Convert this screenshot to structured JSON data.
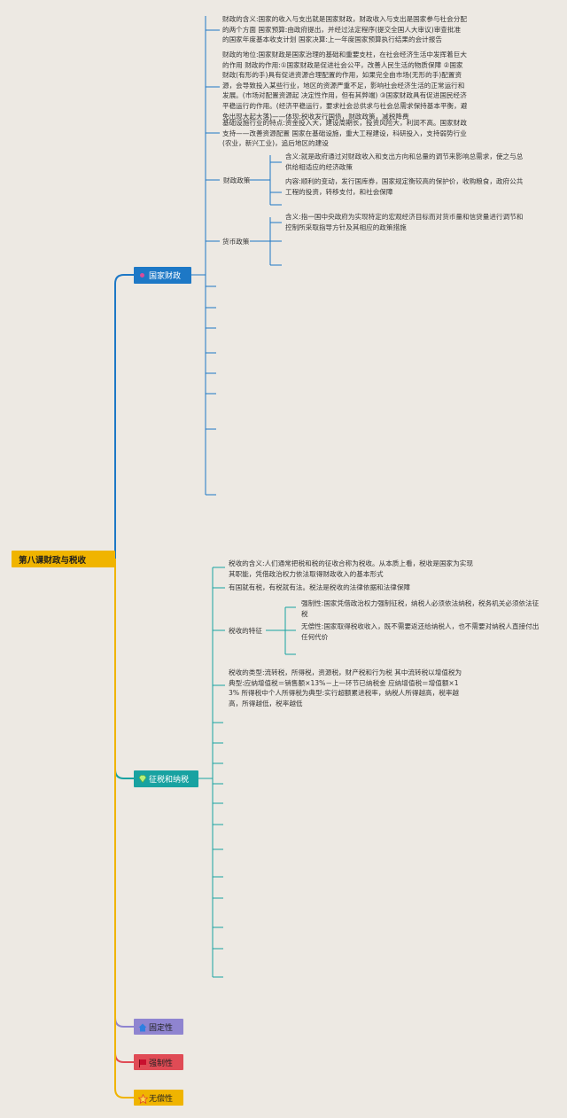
{
  "colors": {
    "root": "#f0b400",
    "finance": "#1d78c6",
    "tax": "#18a2a1",
    "fixed": "#8f84d0",
    "compulsory": "#e04b55",
    "gratuitous": "#f0b400",
    "background": "#ede9e3"
  },
  "root": {
    "label": "第八课财政与税收"
  },
  "branches": [
    {
      "label": "国家财政",
      "icon": "dot-icon"
    },
    {
      "label": "征税和纳税",
      "icon": "gem-icon"
    },
    {
      "label": "固定性",
      "icon": "house-icon"
    },
    {
      "label": "强制性",
      "icon": "flag-icon"
    },
    {
      "label": "无偿性",
      "icon": "star-icon"
    }
  ],
  "finance": {
    "meaning": "财政的含义:国家的收入与支出就是国家财政，财政收入与支出是国家参与社会分配的两个方面 国家预算:由政府提出，并经过法定程序(提交全国人大审议)审查批准的国家年度基本收支计划 国家决算:上一年度国家预算执行结果的会计报告",
    "status": "财政的地位:国家财政是国家治理的基础和重要支柱，在社会经济生活中发挥着巨大的作用 财政的作用:①国家财政是促进社会公平，改善人民生活的物质保障 ②国家财政(有形的手)具有促进资源合理配置的作用，如果完全由市场(无形的手)配置资源，会导致投入某些行业，地区的资源严重不足，影响社会经济生活的正常运行和发展。(市场对配置资源起 决定性作用，但有其弊端) ③国家财政具有促进国民经济平稳运行的作用。(经济平稳运行，要求社会总供求与社会总需求保持基本平衡，避免出现大起大落)——体现:税收发行国债，财政政策，减税降费",
    "infrastructure": "基础设施行业的特点:资金投入大，建设周期长，投资风险大，利润不高。国家财政支持——改善资源配置 国家在基础设施，重大工程建设，科研投入，支持弱势行业(农业，新兴工业)，追后地区的建设",
    "fiscal_policy": {
      "label": "财政政策",
      "meaning": "含义:就是政府通过对财政收入和支出方向和总量的调节来影响总需求，使之与总供给相适应的经济政策",
      "content": "内容:顺利的变动，发行国库券，国家规定衡较高的保护价，收购粮食，政府公共工程的投资，转移支付，和社会保障"
    },
    "monetary_policy": {
      "label": "货币政策",
      "meaning": "含义:指一国中央政府为实现特定的宏观经济目标而对货币量和信贷量进行调节和控制所采取指导方针及其相应的政策措施"
    }
  },
  "tax": {
    "meaning": "税收的含义:人们通常把税和税的征收合称为税收。从本质上看，税收是国家为实现其职能，凭借政治权力依法取得财政收入的基本形式",
    "law": "有国就有税，有税就有法。税法是税收的法律依据和法律保障",
    "features": {
      "label": "税收的特征",
      "compulsory": "强制性:国家凭借政治权力强制征税，纳税人必须依法纳税，税务机关必须依法征税",
      "gratuitous": "无偿性:国家取得税收收入，既不需要返还给纳税人，也不需要对纳税人直接付出任何代价"
    },
    "types": "税收的类型:流转税，所得税，资源税，财产税和行为税 其中流转税以增值税为典型:应纳增值税＝销售额×13%－上一环节已纳税金 应纳增值税＝增值额×13% 所得税中个人所得税为典型:实行超额累进税率，纳税人所得越高，税率越高，所得越低，税率越低"
  }
}
